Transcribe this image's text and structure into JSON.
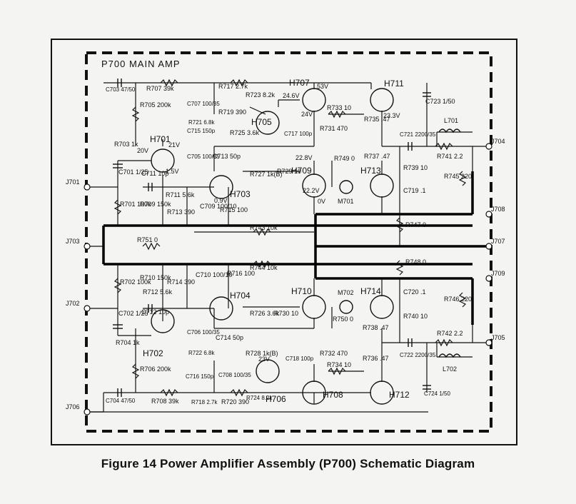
{
  "board_title": "P700 MAIN AMP",
  "caption": "Figure 14  Power Amplifier Assembly (P700) Schematic Diagram",
  "jacks": [
    "J701",
    "J702",
    "J703",
    "J704",
    "J705",
    "J706",
    "J707",
    "J708",
    "J709"
  ],
  "transistors": [
    "H701",
    "H702",
    "H703",
    "H704",
    "H705",
    "H706",
    "H707",
    "H708",
    "H709",
    "H710",
    "H711",
    "H712",
    "H713",
    "H714"
  ],
  "meters": [
    "M701",
    "M702"
  ],
  "inductors": [
    "L701",
    "L702"
  ],
  "components": [
    "C703 47/50",
    "R707 39k",
    "R705 200k",
    "R717 2.7k",
    "C707 100/35",
    "R719 390",
    "R723 8.2k",
    "R721 6.8k",
    "C715 150p",
    "R725 3.6k",
    "C717 100p",
    "R733 10",
    "R731 470",
    "R735 .47",
    "C723 1/50",
    "C721 2200/35",
    "R703 1k",
    "C705 100/35",
    "C713 50p",
    "R727 1k(B)",
    "R729 10",
    "R749 0",
    "R737 .47",
    "R741 2.2",
    "C701 1/25",
    "C711 10p",
    "R739 10",
    "R745 220",
    "R711 5.6k",
    "C719 .1",
    "R701 100k",
    "R709 150k",
    "R713 390",
    "C709 100/10",
    "R715 100",
    "R747 0",
    "R743 10k",
    "R751 0",
    "R744 10k",
    "R748 0",
    "R702 100k",
    "R710 150k",
    "R714 390",
    "C710 100/10",
    "R716 100",
    "R712 5.6k",
    "C720 .1",
    "C702 1/25",
    "C712 10p",
    "R726 3.6k",
    "R730 10",
    "R750 0",
    "R746 220",
    "R740 10",
    "R704 1k",
    "C706 100/35",
    "C714 50p",
    "R738 .47",
    "R742 2.2",
    "R728 1k(B)",
    "R722 6.8k",
    "C718 100p",
    "R732 470",
    "R736 .47",
    "C722 2200/35",
    "R706 200k",
    "C716 150p",
    "C708 100/35",
    "R734 10",
    "C704 47/50",
    "R708 39k",
    "R718 2.7k",
    "R720 390",
    "R724 8.2k",
    "C724 1/50"
  ],
  "voltages": [
    "53V",
    "24.6V",
    "24V",
    "21V",
    "1.5V",
    "0.9V",
    "22.8V",
    "22.2V",
    "23.3V",
    "0V",
    "20V",
    "23V"
  ]
}
